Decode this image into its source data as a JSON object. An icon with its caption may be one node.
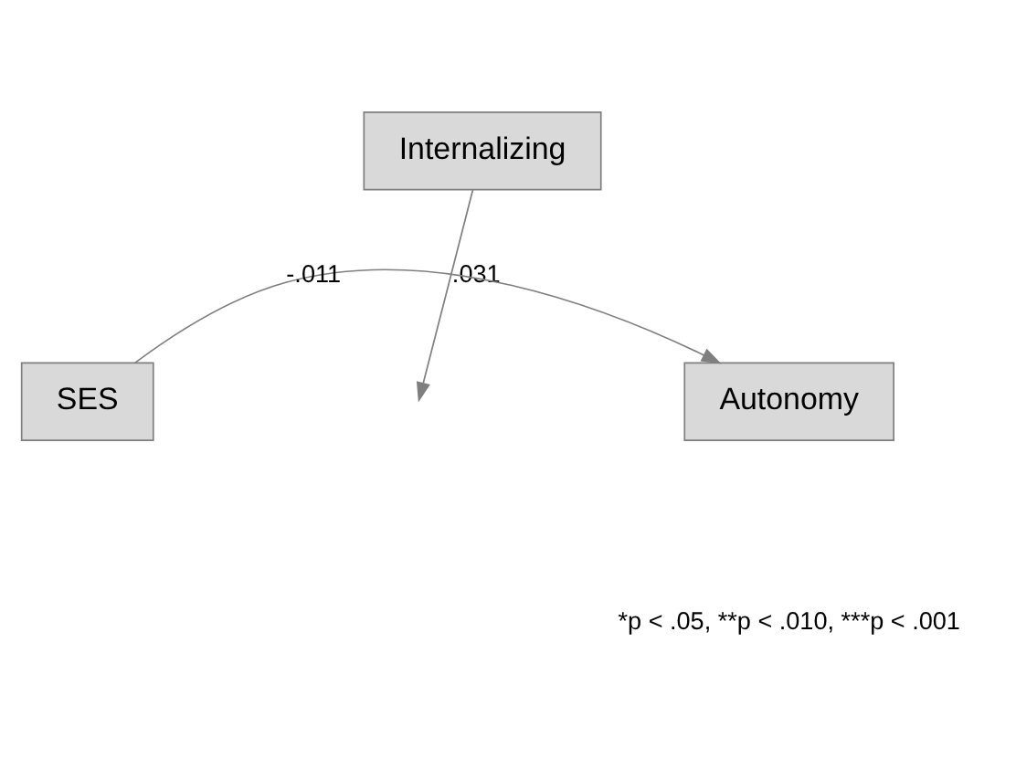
{
  "diagram": {
    "nodes": [
      {
        "text": [
          "Internalizing"
        ]
      },
      {
        "text": [
          "SES"
        ]
      },
      {
        "text": [
          "Autonomy"
        ]
      }
    ],
    "edges": [
      {
        "from": 1,
        "to": 2,
        "arrow": "to",
        "label": "-.011"
      },
      {
        "from": 0,
        "to": null,
        "arrow": "to",
        "label": ".031"
      }
    ],
    "labels": [
      "*p < .05, **p < .010, ***p < .001"
    ]
  }
}
